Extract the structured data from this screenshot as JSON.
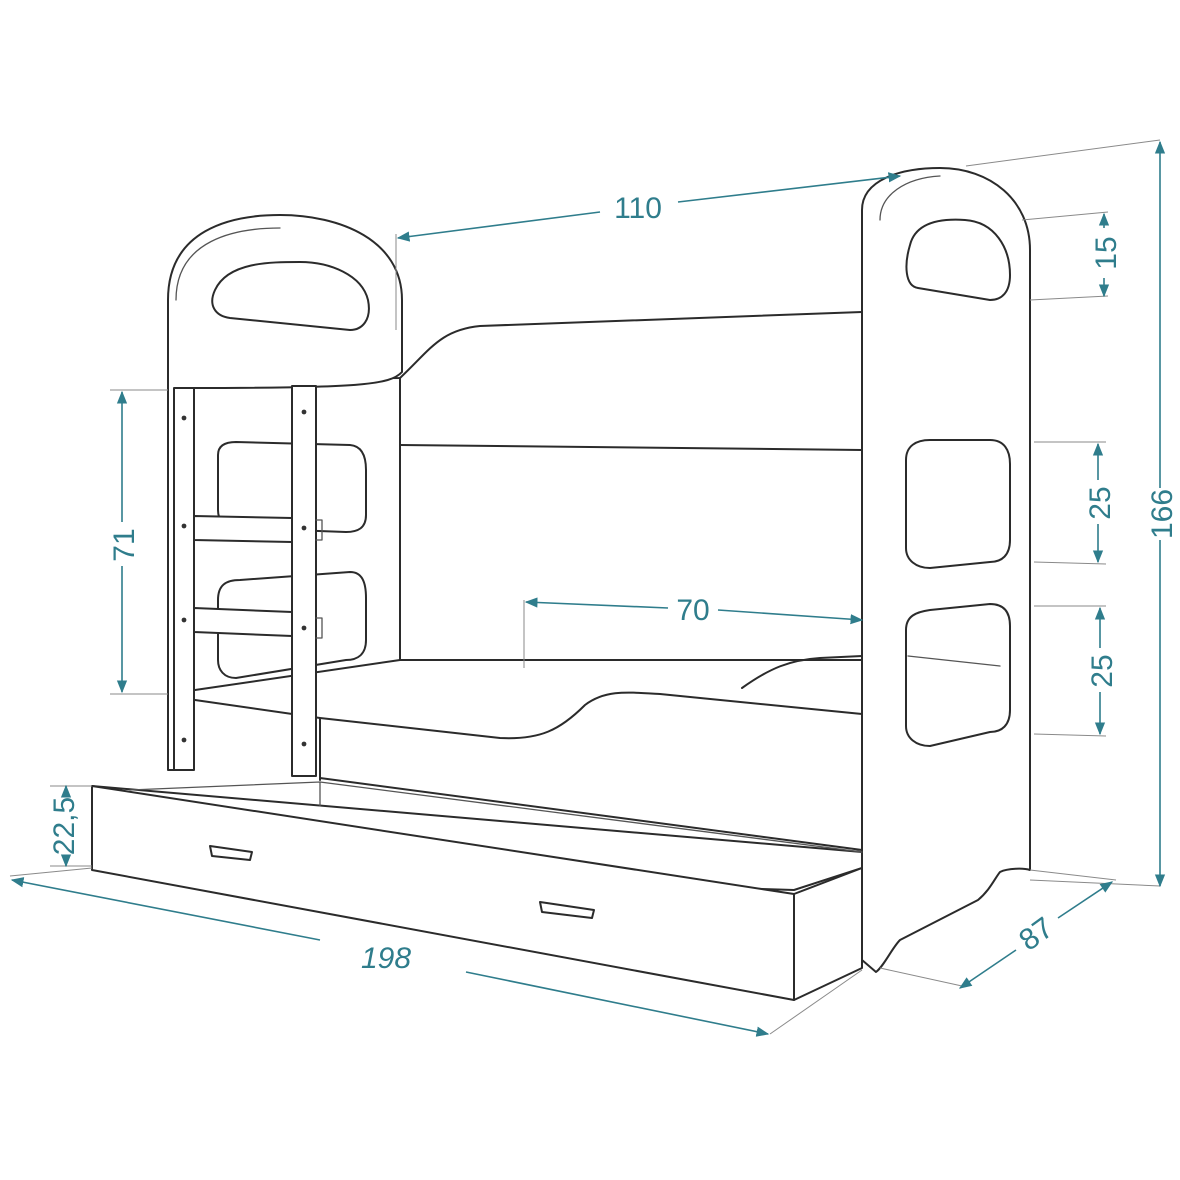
{
  "colors": {
    "dimension": "#2f7d8c",
    "outline": "#2b2b2b",
    "background": "#ffffff"
  },
  "dimensions": {
    "top_width": "110",
    "headboard_arc": "15",
    "side_opening_upper": "25",
    "side_opening_lower": "25",
    "total_height": "166",
    "ladder_height": "71",
    "lower_opening": "70",
    "drawer_height": "22,5",
    "length": "198",
    "depth": "87"
  }
}
